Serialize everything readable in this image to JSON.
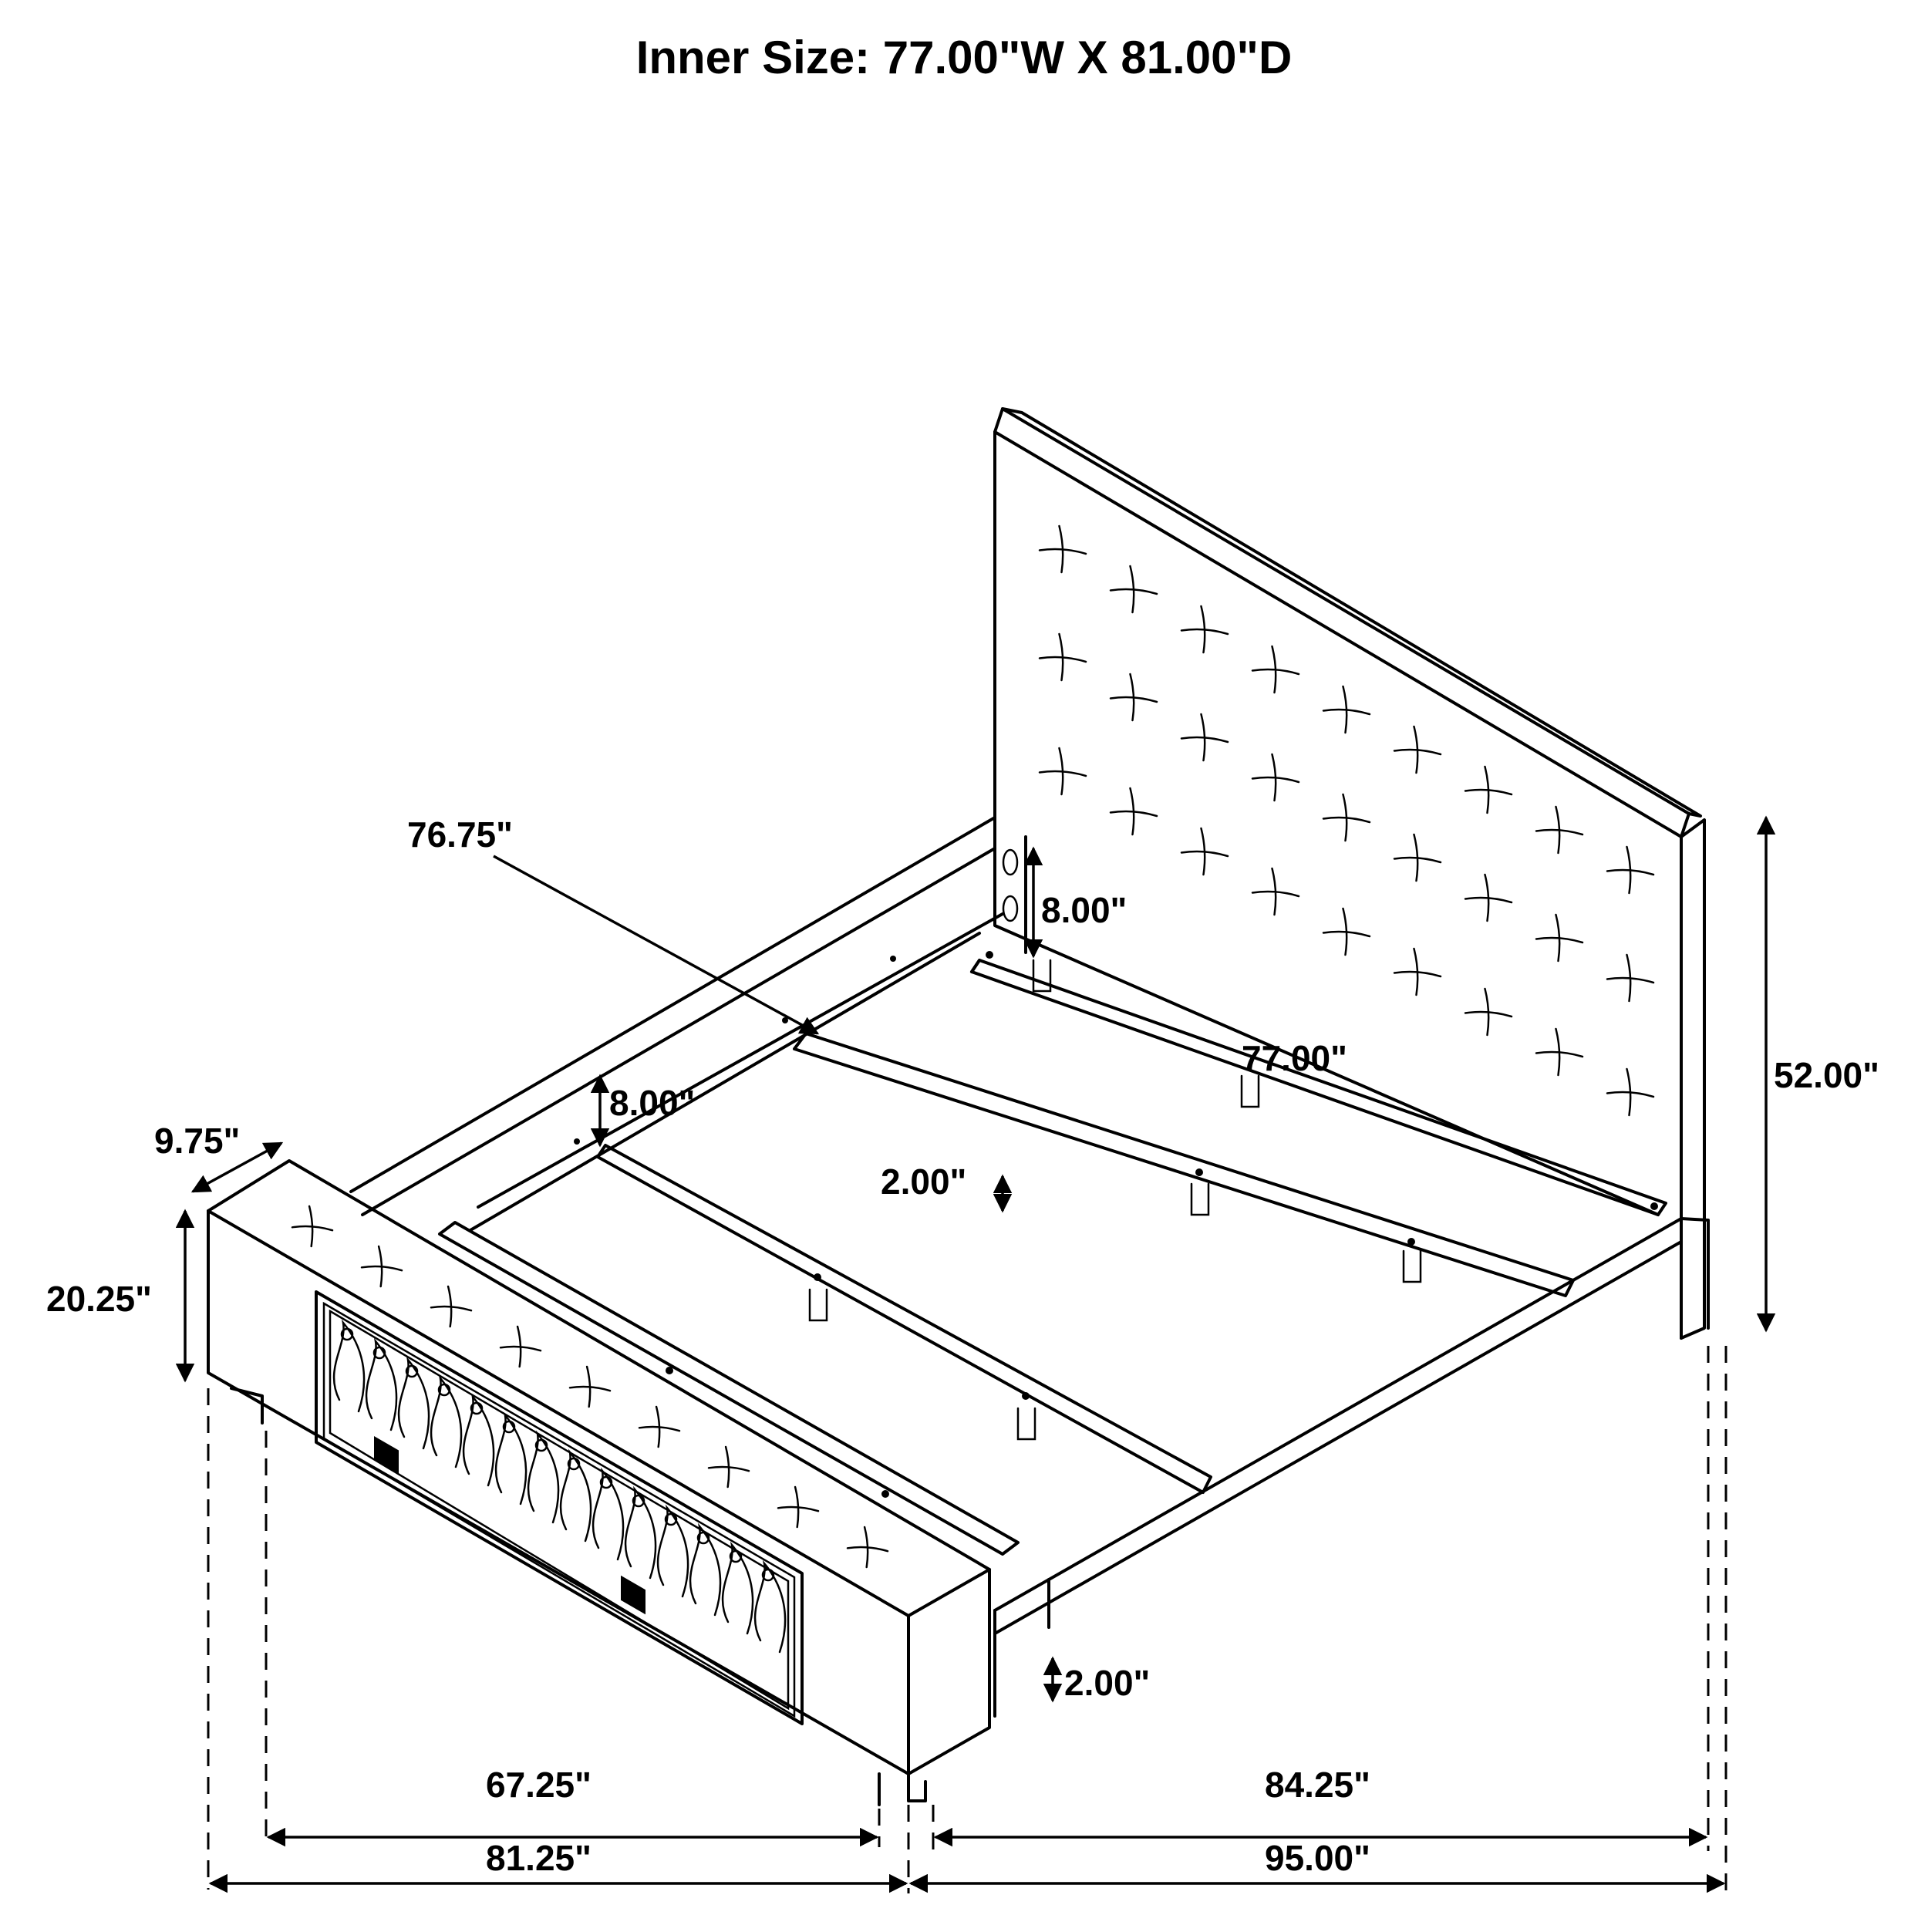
{
  "title": "Inner Size: 77.00\"W X 81.00\"D",
  "dimensions": {
    "rail_length": "76.75\"",
    "headboard_rail_height": "8.00\"",
    "side_rail_height": "8.00\"",
    "slat_width": "77.00\"",
    "support_leg_height": "2.00\"",
    "headboard_height": "52.00\"",
    "footboard_depth": "9.75\"",
    "footboard_height": "20.25\"",
    "clearance": "2.00\"",
    "inner_width": "67.25\"",
    "outer_width": "81.25\"",
    "inner_length": "84.25\"",
    "outer_length": "95.00\""
  },
  "icons": {
    "tuft": "x-tuft-icon",
    "flame": "fireplace-flame-icon",
    "arrow": "arrowhead-icon"
  }
}
